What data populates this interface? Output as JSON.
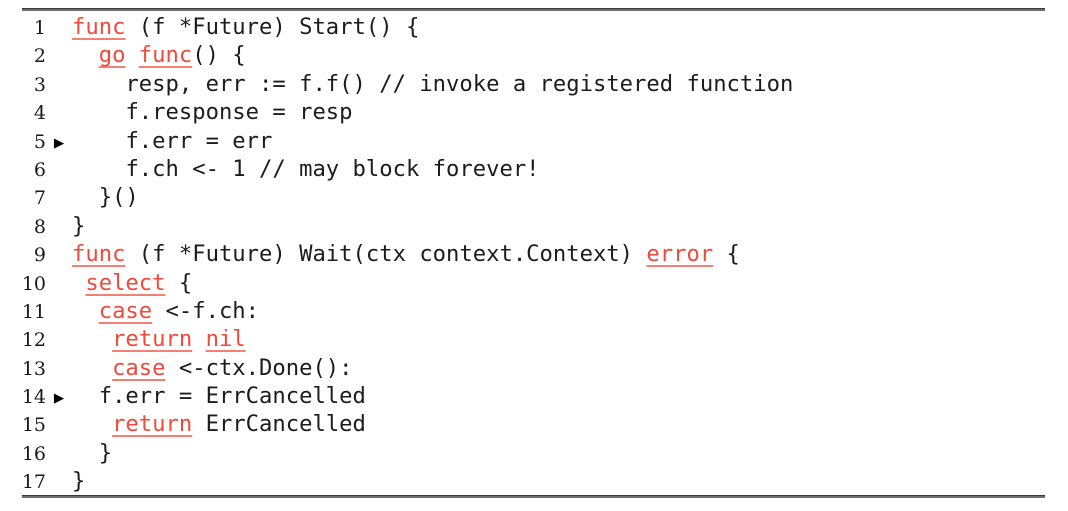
{
  "figure": {
    "name": "go-future-code-listing",
    "language": "Go",
    "top_rule": true,
    "bottom_rule": true,
    "marker_glyph": "▶",
    "colors": {
      "keyword": "#f04a3c",
      "keyword_underline": "#f47f73",
      "text": "#1c1c1c",
      "gutter": "#1a1a1a",
      "rule": "#6d6d6d",
      "background": "#ffffff"
    }
  },
  "code_lines": [
    {
      "number": "1",
      "marker": "",
      "indent": "",
      "tokens": [
        {
          "t": "func",
          "kw": true
        },
        {
          "t": " (f *Future) Start() {",
          "kw": false
        }
      ]
    },
    {
      "number": "2",
      "marker": "",
      "indent": "  ",
      "tokens": [
        {
          "t": "go",
          "kw": true
        },
        {
          "t": " ",
          "kw": false
        },
        {
          "t": "func",
          "kw": true
        },
        {
          "t": "() {",
          "kw": false
        }
      ]
    },
    {
      "number": "3",
      "marker": "",
      "indent": "    ",
      "tokens": [
        {
          "t": "resp, err := f.f() // invoke a registered function",
          "kw": false
        }
      ]
    },
    {
      "number": "4",
      "marker": "",
      "indent": "    ",
      "tokens": [
        {
          "t": "f.response = resp",
          "kw": false
        }
      ]
    },
    {
      "number": "5",
      "marker": "▶",
      "indent": "    ",
      "tokens": [
        {
          "t": "f.err = err",
          "kw": false
        }
      ]
    },
    {
      "number": "6",
      "marker": "",
      "indent": "    ",
      "tokens": [
        {
          "t": "f.ch <- 1 // may block forever!",
          "kw": false
        }
      ]
    },
    {
      "number": "7",
      "marker": "",
      "indent": "  ",
      "tokens": [
        {
          "t": "}()",
          "kw": false
        }
      ]
    },
    {
      "number": "8",
      "marker": "",
      "indent": "",
      "tokens": [
        {
          "t": "}",
          "kw": false
        }
      ]
    },
    {
      "number": "9",
      "marker": "",
      "indent": "",
      "tokens": [
        {
          "t": "func",
          "kw": true
        },
        {
          "t": " (f *Future) Wait(ctx context.Context) ",
          "kw": false
        },
        {
          "t": "error",
          "kw": true
        },
        {
          "t": " {",
          "kw": false
        }
      ]
    },
    {
      "number": "10",
      "marker": "",
      "indent": " ",
      "tokens": [
        {
          "t": "select",
          "kw": true
        },
        {
          "t": " {",
          "kw": false
        }
      ]
    },
    {
      "number": "11",
      "marker": "",
      "indent": "  ",
      "tokens": [
        {
          "t": "case",
          "kw": true
        },
        {
          "t": " <-f.ch:",
          "kw": false
        }
      ]
    },
    {
      "number": "12",
      "marker": "",
      "indent": "   ",
      "tokens": [
        {
          "t": "return",
          "kw": true
        },
        {
          "t": " ",
          "kw": false
        },
        {
          "t": "nil",
          "kw": true
        }
      ]
    },
    {
      "number": "13",
      "marker": "",
      "indent": "   ",
      "tokens": [
        {
          "t": "case",
          "kw": true
        },
        {
          "t": " <-ctx.Done():",
          "kw": false
        }
      ]
    },
    {
      "number": "14",
      "marker": "▶",
      "indent": "  ",
      "tokens": [
        {
          "t": "f.err = ErrCancelled",
          "kw": false
        }
      ]
    },
    {
      "number": "15",
      "marker": "",
      "indent": "   ",
      "tokens": [
        {
          "t": "return",
          "kw": true
        },
        {
          "t": " ErrCancelled",
          "kw": false
        }
      ]
    },
    {
      "number": "16",
      "marker": "",
      "indent": "  ",
      "tokens": [
        {
          "t": "}",
          "kw": false
        }
      ]
    },
    {
      "number": "17",
      "marker": "",
      "indent": "",
      "tokens": [
        {
          "t": "}",
          "kw": false
        }
      ]
    }
  ]
}
